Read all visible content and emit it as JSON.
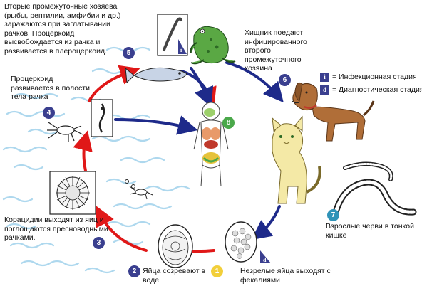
{
  "steps": [
    {
      "id": "1",
      "color": "#f2cf3a",
      "text": ""
    },
    {
      "id": "2",
      "color": "#3a3f8f",
      "text": "Яйца созревают в воде"
    },
    {
      "id": "3",
      "color": "#3a3f8f",
      "text": "Корацидии выходят из яиц и поглощаются пресноводными рачками."
    },
    {
      "id": "4",
      "color": "#3a3f8f",
      "text": "Процеркоид развивается в полости тела рачка"
    },
    {
      "id": "5",
      "color": "#3a3f8f",
      "text": "Вторые промежуточные хозяева (рыбы, рептилии, амфибии и др.) заражаются при заглатывании рачков. Процеркоид высвобождается из рачка и развивается в плероцеркоид."
    },
    {
      "id": "6",
      "color": "#3a3f8f",
      "text": "Хищник поедают инфицированного второго промежуточного хозяина"
    },
    {
      "id": "7",
      "color": "#2f93b8",
      "text": "Взрослые черви в тонкой кишке"
    },
    {
      "id": "8",
      "color": "#4aa84a",
      "text": ""
    }
  ],
  "eggs_text": "Незрелые яйца выходят с фекалиями",
  "legend": [
    {
      "mark": "i",
      "text": "= Инфекционная стадия"
    },
    {
      "mark": "d",
      "text": "= Диагностическая стадия"
    }
  ],
  "colors": {
    "blue_arrow": "#1e2a8a",
    "red_arrow": "#e01818",
    "water": "#aed8ee",
    "frog": "#5aa844",
    "dog": "#b06e38",
    "cat": "#f4e9a6",
    "fish": "#c8d4e6"
  }
}
